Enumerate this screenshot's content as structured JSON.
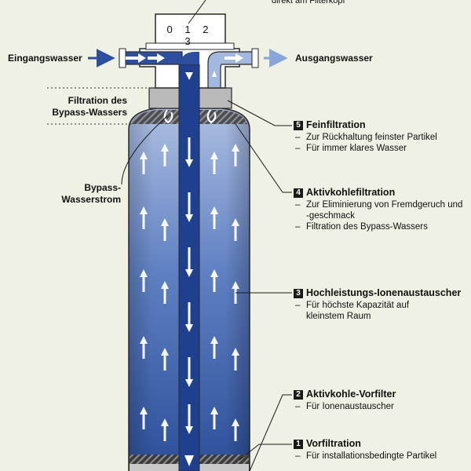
{
  "top_note": "direkt am Filterkopf",
  "dial_digits": "0 1 2 3",
  "inlet_label": "Eingangswasser",
  "outlet_label": "Ausgangswasser",
  "bypass_filtration_label": [
    "Filtration des",
    "Bypass-Wassers"
  ],
  "bypass_stream_label": [
    "Bypass-",
    "Wasserstrom"
  ],
  "stages": [
    {
      "number": "5",
      "title": "Feinfiltration",
      "bullets": [
        "Zur Rückhaltung feinster Partikel",
        "Für immer klares Wasser"
      ]
    },
    {
      "number": "4",
      "title": "Aktivkohlefiltration",
      "bullets": [
        "Zur Eliminierung von Fremdgeruch und -geschmack",
        "Filtration des Bypass-Wassers"
      ]
    },
    {
      "number": "3",
      "title": "Hochleistungs-Ionenaustauscher",
      "bullets": [
        "Für höchste Kapazität auf kleinstem Raum"
      ]
    },
    {
      "number": "2",
      "title": "Aktivkohle-Vorfilter",
      "bullets": [
        "Für Ionenaustauscher"
      ]
    },
    {
      "number": "1",
      "title": "Vorfiltration",
      "bullets": [
        "Für installationsbedingte Partikel"
      ]
    }
  ],
  "colors": {
    "background": "#eef1e4",
    "body_top": "#a9bde3",
    "body_bottom": "#2c4f9a",
    "center_tube": "#1f3f8f",
    "head": "#ffffff",
    "outline": "#2a2a2a"
  }
}
